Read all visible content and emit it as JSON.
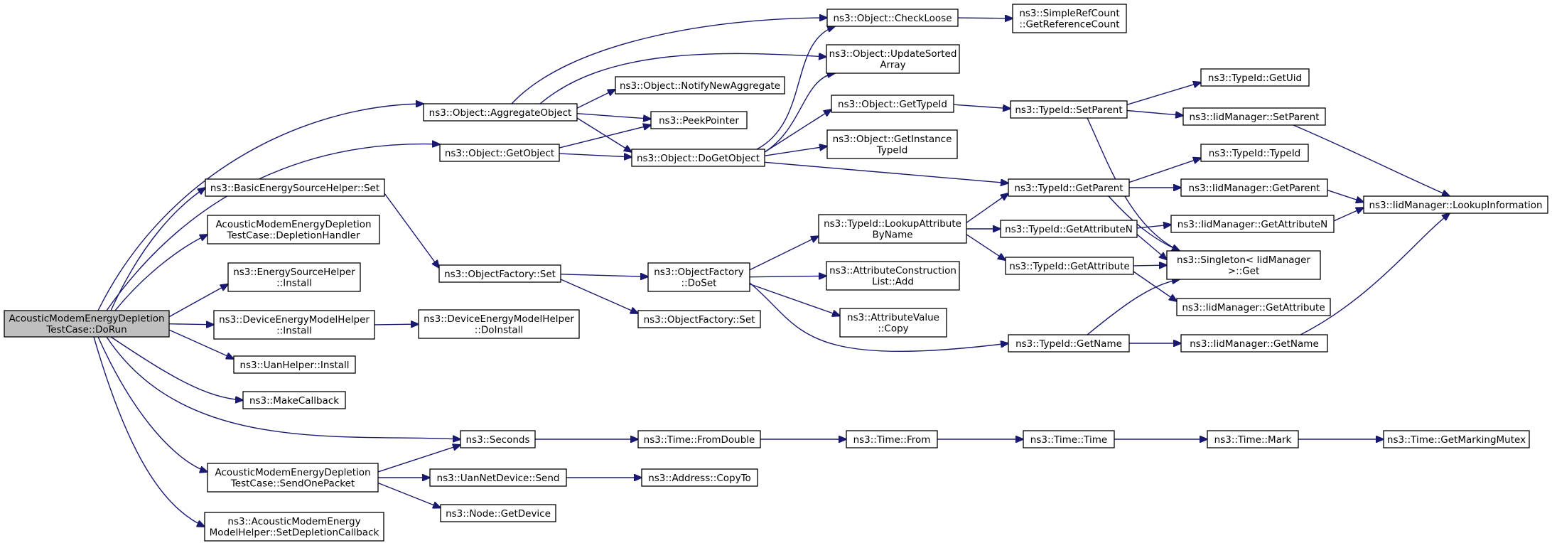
{
  "diagram": {
    "root_id": "dorun",
    "colors": {
      "edge": "#191970",
      "node_fill": "#ffffff",
      "root_fill": "#bfbfbf",
      "border": "#000000"
    },
    "nodes": [
      {
        "id": "dorun",
        "lines": [
          "AcousticModemEnergyDepletion",
          "TestCase::DoRun"
        ]
      },
      {
        "id": "aggregate",
        "lines": [
          "ns3::Object::AggregateObject"
        ]
      },
      {
        "id": "getobject",
        "lines": [
          "ns3::Object::GetObject"
        ]
      },
      {
        "id": "besh_set",
        "lines": [
          "ns3::BasicEnergySourceHelper::Set"
        ]
      },
      {
        "id": "depletion_handler",
        "lines": [
          "AcousticModemEnergyDepletion",
          "TestCase::DepletionHandler"
        ]
      },
      {
        "id": "esh_install",
        "lines": [
          "ns3::EnergySourceHelper",
          "::Install"
        ]
      },
      {
        "id": "demh_install",
        "lines": [
          "ns3::DeviceEnergyModelHelper",
          "::Install"
        ]
      },
      {
        "id": "uan_install",
        "lines": [
          "ns3::UanHelper::Install"
        ]
      },
      {
        "id": "makecallback",
        "lines": [
          "ns3::MakeCallback"
        ]
      },
      {
        "id": "sendonepacket",
        "lines": [
          "AcousticModemEnergyDepletion",
          "TestCase::SendOnePacket"
        ]
      },
      {
        "id": "setdepletion",
        "lines": [
          "ns3::AcousticModemEnergy",
          "ModelHelper::SetDepletionCallback"
        ]
      },
      {
        "id": "checkloose",
        "lines": [
          "ns3::Object::CheckLoose"
        ]
      },
      {
        "id": "updatesorted",
        "lines": [
          "ns3::Object::UpdateSorted",
          "Array"
        ]
      },
      {
        "id": "notifynew",
        "lines": [
          "ns3::Object::NotifyNewAggregate"
        ]
      },
      {
        "id": "peekpointer",
        "lines": [
          "ns3::PeekPointer"
        ]
      },
      {
        "id": "dogetobject",
        "lines": [
          "ns3::Object::DoGetObject"
        ]
      },
      {
        "id": "of_set",
        "lines": [
          "ns3::ObjectFactory::Set"
        ]
      },
      {
        "id": "demh_doinstall",
        "lines": [
          "ns3::DeviceEnergyModelHelper",
          "::DoInstall"
        ]
      },
      {
        "id": "seconds",
        "lines": [
          "ns3::Seconds"
        ]
      },
      {
        "id": "uannet_send",
        "lines": [
          "ns3::UanNetDevice::Send"
        ]
      },
      {
        "id": "node_getdevice",
        "lines": [
          "ns3::Node::GetDevice"
        ]
      },
      {
        "id": "simpleref",
        "lines": [
          "ns3::SimpleRefCount",
          "::GetReferenceCount"
        ]
      },
      {
        "id": "gettypeid",
        "lines": [
          "ns3::Object::GetTypeId"
        ]
      },
      {
        "id": "getinstance",
        "lines": [
          "ns3::Object::GetInstance",
          "TypeId"
        ]
      },
      {
        "id": "of_doset",
        "lines": [
          "ns3::ObjectFactory",
          "::DoSet"
        ]
      },
      {
        "id": "of_set2",
        "lines": [
          "ns3::ObjectFactory::Set"
        ]
      },
      {
        "id": "time_fromdouble",
        "lines": [
          "ns3::Time::FromDouble"
        ]
      },
      {
        "id": "addr_copyto",
        "lines": [
          "ns3::Address::CopyTo"
        ]
      },
      {
        "id": "tid_setparent",
        "lines": [
          "ns3::TypeId::SetParent"
        ]
      },
      {
        "id": "tid_getparent",
        "lines": [
          "ns3::TypeId::GetParent"
        ]
      },
      {
        "id": "tid_lookupattr",
        "lines": [
          "ns3::TypeId::LookupAttribute",
          "ByName"
        ]
      },
      {
        "id": "acl_add",
        "lines": [
          "ns3::AttributeConstruction",
          "List::Add"
        ]
      },
      {
        "id": "av_copy",
        "lines": [
          "ns3::AttributeValue",
          "::Copy"
        ]
      },
      {
        "id": "tid_getattrn",
        "lines": [
          "ns3::TypeId::GetAttributeN"
        ]
      },
      {
        "id": "tid_getattr",
        "lines": [
          "ns3::TypeId::GetAttribute"
        ]
      },
      {
        "id": "tid_getname",
        "lines": [
          "ns3::TypeId::GetName"
        ]
      },
      {
        "id": "time_from",
        "lines": [
          "ns3::Time::From"
        ]
      },
      {
        "id": "time_time",
        "lines": [
          "ns3::Time::Time"
        ]
      },
      {
        "id": "tid_getuid",
        "lines": [
          "ns3::TypeId::GetUid"
        ]
      },
      {
        "id": "iid_setparent",
        "lines": [
          "ns3::IidManager::SetParent"
        ]
      },
      {
        "id": "tid_typeid",
        "lines": [
          "ns3::TypeId::TypeId"
        ]
      },
      {
        "id": "iid_getparent",
        "lines": [
          "ns3::IidManager::GetParent"
        ]
      },
      {
        "id": "iid_getattrn",
        "lines": [
          "ns3::IidManager::GetAttributeN"
        ]
      },
      {
        "id": "singleton_get",
        "lines": [
          "ns3::Singleton< IidManager",
          " >::Get"
        ]
      },
      {
        "id": "iid_getattr",
        "lines": [
          "ns3::IidManager::GetAttribute"
        ]
      },
      {
        "id": "iid_getname",
        "lines": [
          "ns3::IidManager::GetName"
        ]
      },
      {
        "id": "time_mark",
        "lines": [
          "ns3::Time::Mark"
        ]
      },
      {
        "id": "iid_lookupinfo",
        "lines": [
          "ns3::IidManager::LookupInformation"
        ]
      },
      {
        "id": "time_getmarkingmutex",
        "lines": [
          "ns3::Time::GetMarkingMutex"
        ]
      }
    ],
    "edges": [
      [
        "dorun",
        "aggregate"
      ],
      [
        "dorun",
        "getobject"
      ],
      [
        "dorun",
        "besh_set"
      ],
      [
        "dorun",
        "depletion_handler"
      ],
      [
        "dorun",
        "esh_install"
      ],
      [
        "dorun",
        "demh_install"
      ],
      [
        "dorun",
        "uan_install"
      ],
      [
        "dorun",
        "makecallback"
      ],
      [
        "dorun",
        "seconds"
      ],
      [
        "dorun",
        "sendonepacket"
      ],
      [
        "dorun",
        "setdepletion"
      ],
      [
        "aggregate",
        "checkloose"
      ],
      [
        "aggregate",
        "updatesorted"
      ],
      [
        "aggregate",
        "notifynew"
      ],
      [
        "aggregate",
        "peekpointer"
      ],
      [
        "aggregate",
        "dogetobject"
      ],
      [
        "getobject",
        "peekpointer"
      ],
      [
        "getobject",
        "dogetobject"
      ],
      [
        "besh_set",
        "of_set"
      ],
      [
        "demh_install",
        "demh_doinstall"
      ],
      [
        "sendonepacket",
        "seconds"
      ],
      [
        "sendonepacket",
        "uannet_send"
      ],
      [
        "sendonepacket",
        "node_getdevice"
      ],
      [
        "checkloose",
        "simpleref"
      ],
      [
        "dogetobject",
        "checkloose"
      ],
      [
        "dogetobject",
        "updatesorted"
      ],
      [
        "dogetobject",
        "gettypeid"
      ],
      [
        "dogetobject",
        "getinstance"
      ],
      [
        "dogetobject",
        "tid_getparent"
      ],
      [
        "of_set",
        "of_doset"
      ],
      [
        "of_set",
        "of_set2"
      ],
      [
        "seconds",
        "time_fromdouble"
      ],
      [
        "uannet_send",
        "addr_copyto"
      ],
      [
        "gettypeid",
        "tid_setparent"
      ],
      [
        "of_doset",
        "tid_lookupattr"
      ],
      [
        "of_doset",
        "acl_add"
      ],
      [
        "of_doset",
        "av_copy"
      ],
      [
        "of_doset",
        "tid_getname"
      ],
      [
        "time_fromdouble",
        "time_from"
      ],
      [
        "tid_setparent",
        "tid_getuid"
      ],
      [
        "tid_setparent",
        "iid_setparent"
      ],
      [
        "tid_setparent",
        "singleton_get"
      ],
      [
        "tid_getparent",
        "tid_typeid"
      ],
      [
        "tid_getparent",
        "iid_getparent"
      ],
      [
        "tid_getparent",
        "singleton_get"
      ],
      [
        "tid_lookupattr",
        "tid_getparent"
      ],
      [
        "tid_lookupattr",
        "tid_getattrn"
      ],
      [
        "tid_lookupattr",
        "tid_getattr"
      ],
      [
        "tid_getattrn",
        "iid_getattrn"
      ],
      [
        "tid_getattrn",
        "singleton_get"
      ],
      [
        "tid_getattr",
        "singleton_get"
      ],
      [
        "tid_getattr",
        "iid_getattr"
      ],
      [
        "tid_getname",
        "singleton_get"
      ],
      [
        "tid_getname",
        "iid_getname"
      ],
      [
        "time_from",
        "time_time"
      ],
      [
        "time_time",
        "time_mark"
      ],
      [
        "time_mark",
        "time_getmarkingmutex"
      ],
      [
        "iid_setparent",
        "iid_lookupinfo"
      ],
      [
        "iid_getparent",
        "iid_lookupinfo"
      ],
      [
        "iid_getattrn",
        "iid_lookupinfo"
      ],
      [
        "iid_getname",
        "iid_lookupinfo"
      ]
    ]
  }
}
